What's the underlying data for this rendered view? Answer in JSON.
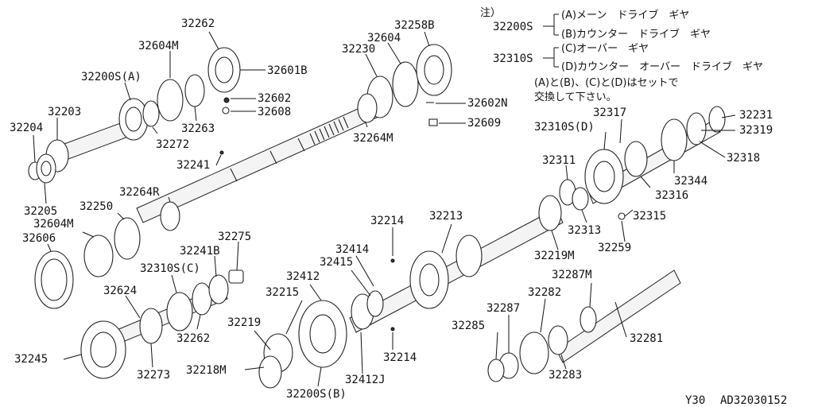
{
  "labels": [
    {
      "id": "p32262_top",
      "text": "32262"
    },
    {
      "id": "p32604M_top",
      "text": "32604M"
    },
    {
      "id": "p32601B",
      "text": "32601B"
    },
    {
      "id": "p32200SA",
      "text": "32200S(A)"
    },
    {
      "id": "p32602",
      "text": "32602"
    },
    {
      "id": "p32608",
      "text": "32608"
    },
    {
      "id": "p32203",
      "text": "32203"
    },
    {
      "id": "p32263",
      "text": "32263"
    },
    {
      "id": "p32204",
      "text": "32204"
    },
    {
      "id": "p32272",
      "text": "32272"
    },
    {
      "id": "p32258B",
      "text": "32258B"
    },
    {
      "id": "p32604_r",
      "text": "32604"
    },
    {
      "id": "p32230",
      "text": "32230"
    },
    {
      "id": "p32602N",
      "text": "32602N"
    },
    {
      "id": "p32609",
      "text": "32609"
    },
    {
      "id": "p32264M",
      "text": "32264M"
    },
    {
      "id": "p32241",
      "text": "32241"
    },
    {
      "id": "p32205",
      "text": "32205"
    },
    {
      "id": "p32264R",
      "text": "32264R"
    },
    {
      "id": "p32250",
      "text": "32250"
    },
    {
      "id": "p32604M_l",
      "text": "32604M"
    },
    {
      "id": "p32606",
      "text": "32606"
    },
    {
      "id": "p32241B",
      "text": "32241B"
    },
    {
      "id": "p32275",
      "text": "32275"
    },
    {
      "id": "p32310SC",
      "text": "32310S(C)"
    },
    {
      "id": "p32624",
      "text": "32624"
    },
    {
      "id": "p32262_b",
      "text": "32262"
    },
    {
      "id": "p32245",
      "text": "32245"
    },
    {
      "id": "p32273",
      "text": "32273"
    },
    {
      "id": "p32317",
      "text": "32317"
    },
    {
      "id": "p32231",
      "text": "32231"
    },
    {
      "id": "p32310SD",
      "text": "32310S(D)"
    },
    {
      "id": "p32319",
      "text": "32319"
    },
    {
      "id": "p32318",
      "text": "32318"
    },
    {
      "id": "p32311",
      "text": "32311"
    },
    {
      "id": "p32344",
      "text": "32344"
    },
    {
      "id": "p32316",
      "text": "32316"
    },
    {
      "id": "p32315",
      "text": "32315"
    },
    {
      "id": "p32313",
      "text": "32313"
    },
    {
      "id": "p32259",
      "text": "32259"
    },
    {
      "id": "p32219M",
      "text": "32219M"
    },
    {
      "id": "p32214_t",
      "text": "32214"
    },
    {
      "id": "p32213",
      "text": "32213"
    },
    {
      "id": "p32414",
      "text": "32414"
    },
    {
      "id": "p32415",
      "text": "32415"
    },
    {
      "id": "p32412",
      "text": "32412"
    },
    {
      "id": "p32215",
      "text": "32215"
    },
    {
      "id": "p32219",
      "text": "32219"
    },
    {
      "id": "p32214_b",
      "text": "32214"
    },
    {
      "id": "p32218M",
      "text": "32218M"
    },
    {
      "id": "p32412J",
      "text": "32412J"
    },
    {
      "id": "p32200SB",
      "text": "32200S(B)"
    },
    {
      "id": "p32287M",
      "text": "32287M"
    },
    {
      "id": "p32287",
      "text": "32287"
    },
    {
      "id": "p32282",
      "text": "32282"
    },
    {
      "id": "p32285",
      "text": "32285"
    },
    {
      "id": "p32281",
      "text": "32281"
    },
    {
      "id": "p32283",
      "text": "32283"
    }
  ],
  "note": {
    "heading": "注）",
    "group1_code": "32200S",
    "group1_a": "(A)メーン　ドライブ　ギヤ",
    "group1_b": "(B)カウンター　ドライブ　ギヤ",
    "group2_code": "32310S",
    "group2_c": "(C)オーバー　ギヤ",
    "group2_d": "(D)カウンター　オーバー　ドライブ　ギヤ",
    "line1": "(A)と(B)、(C)と(D)はセットで",
    "line2": "交換して下さい。"
  },
  "footer": {
    "model": "Y30",
    "code": "AD32030152"
  }
}
